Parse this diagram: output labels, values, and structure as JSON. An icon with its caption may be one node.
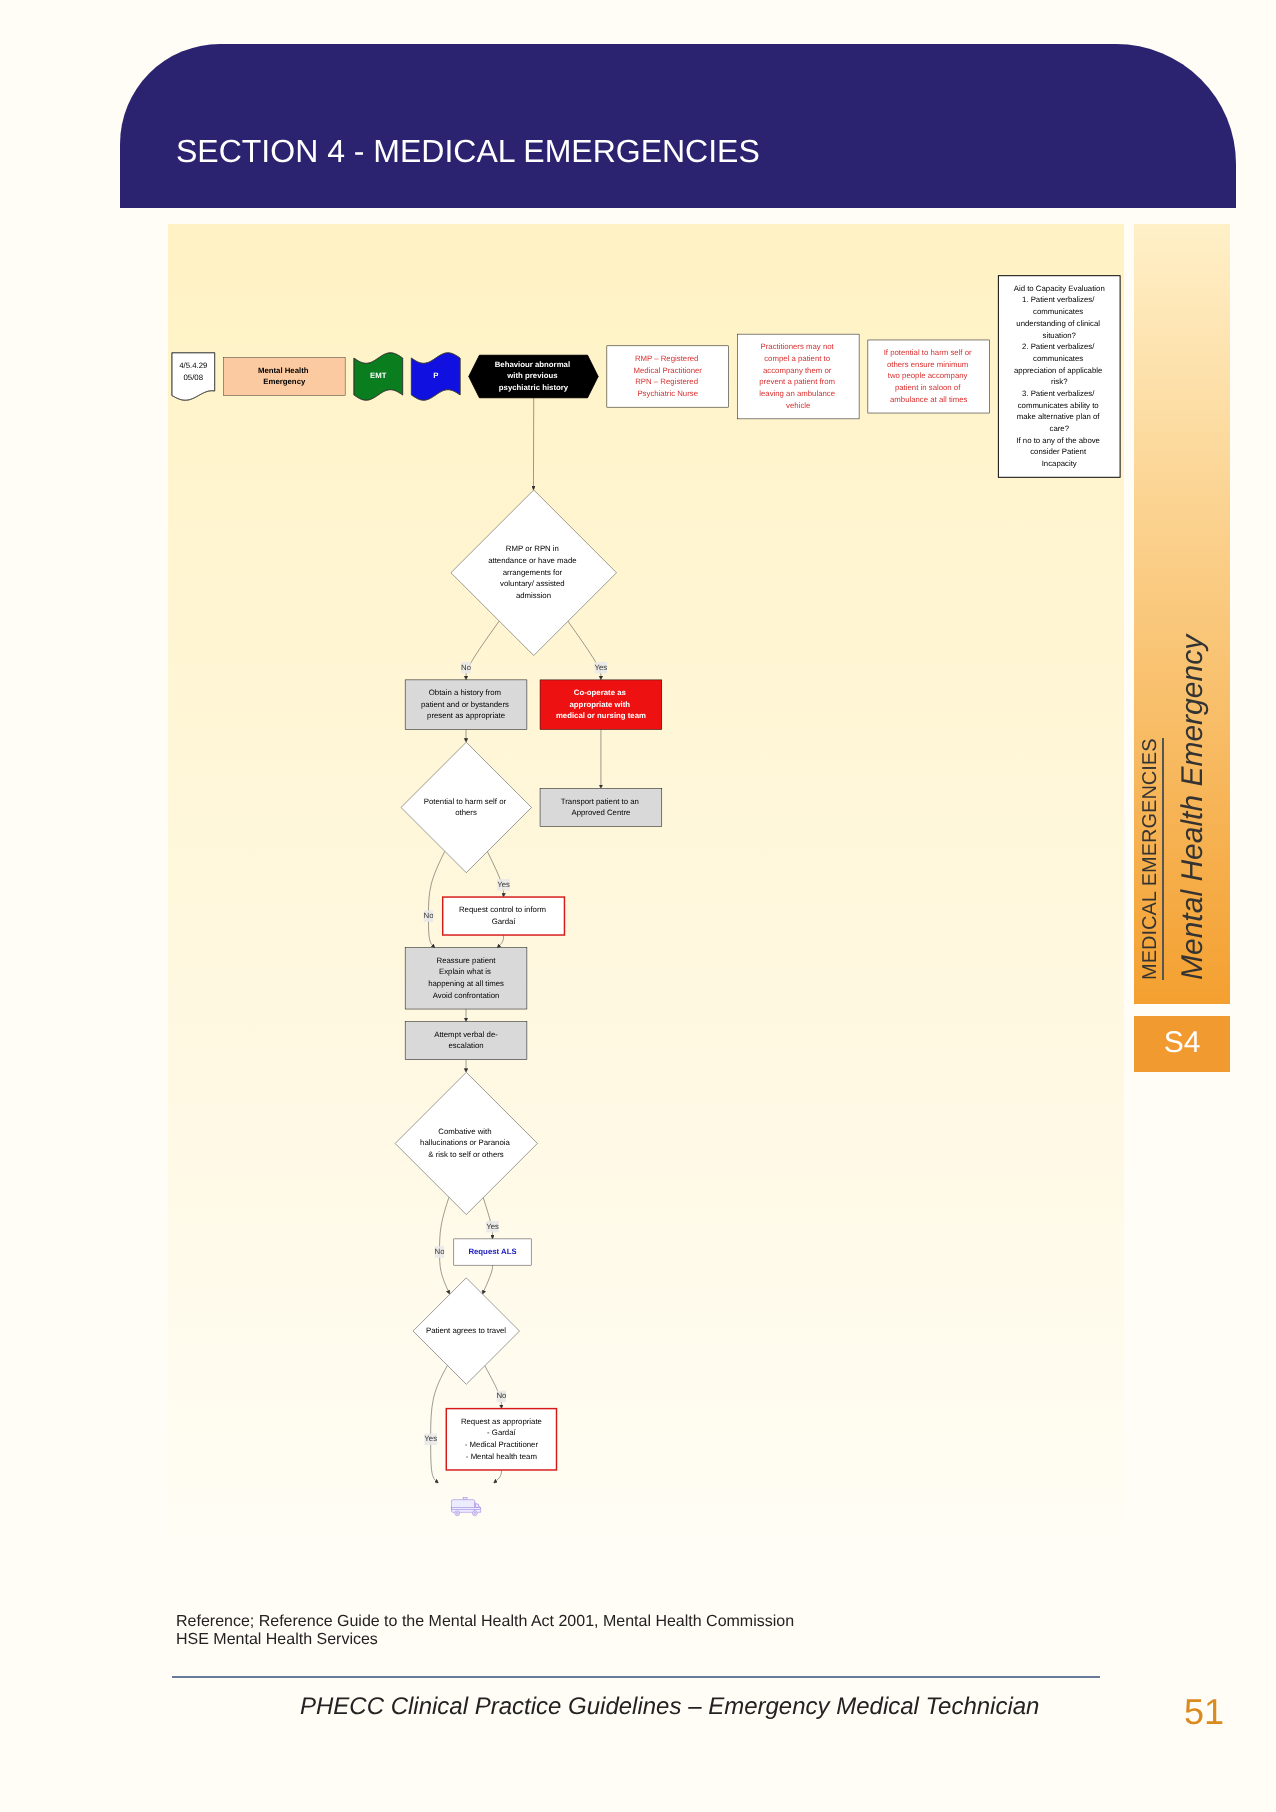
{
  "diagram": {
    "title": "SECTION 4 - MEDICAL EMERGENCIES",
    "nodes": [
      {
        "text": [
          "4/5.4.29",
          "05/08"
        ]
      },
      {
        "text": [
          "Mental Health Emergency"
        ]
      },
      {
        "text": [
          "EMT"
        ]
      },
      {
        "text": [
          "P"
        ]
      },
      {
        "text": [
          "Behaviour abnormal with previous psychiatric history"
        ]
      },
      {
        "text": [
          "RMP – Registered Medical Practitioner",
          "RPN – Registered Psychiatric Nurse"
        ]
      },
      {
        "text": [
          "Practitioners may not compel a patient to accompany them or prevent a patient from leaving an ambulance vehicle"
        ]
      },
      {
        "text": [
          "RMP or RPN in attendance or have made arrangements for voluntary/ assisted admission"
        ]
      },
      {
        "text": [
          "If potential to harm self or others ensure minimum two people accompany patient in saloon of ambulance at all times"
        ]
      },
      {
        "text": [
          "Obtain a history from patient and or bystanders present as appropriate"
        ]
      },
      {
        "text": [
          "Co-operate as appropriate with medical or nursing team"
        ]
      },
      {
        "text": [
          "Potential to harm self or others"
        ]
      },
      {
        "text": [
          "Transport patient to an Approved Centre"
        ]
      },
      {
        "text": [
          "Request control to inform Gardaí"
        ]
      },
      {
        "text": [
          "Reassure patient",
          "Explain what is happening at all times",
          "Avoid confrontation"
        ]
      },
      {
        "text": [
          "Attempt verbal de-escalation"
        ]
      },
      {
        "text": [
          "Combative with hallucinations or Paranoia & risk to self or others"
        ]
      },
      {
        "text": [
          "Request ALS"
        ]
      },
      {
        "text": [
          "Patient agrees to travel"
        ]
      },
      {
        "text": [
          "Request as appropriate",
          "- Gardaí",
          "- Medical Practitioner",
          "- Mental health team"
        ]
      },
      {
        "text": [],
        "shape": "picture"
      },
      {
        "text": [
          "Aid to Capacity Evaluation",
          "1. Patient verbalizes/ communicates understanding of clinical situation?",
          "2. Patient verbalizes/ communicates appreciation of applicable risk?",
          "3. Patient verbalizes/ communicates ability to make alternative plan of care?",
          "If no to any of the above consider Patient Incapacity"
        ]
      }
    ],
    "edges": [
      {
        "from": 4,
        "to": 7,
        "arrow": "to"
      },
      {
        "from": 7,
        "to": 10,
        "arrow": "to",
        "label": "Yes"
      },
      {
        "from": 7,
        "to": 9,
        "arrow": "to",
        "label": "No"
      },
      {
        "from": 10,
        "to": 12,
        "arrow": "to"
      },
      {
        "from": 9,
        "to": 11,
        "arrow": "to"
      },
      {
        "from": 11,
        "to": 13,
        "arrow": "to",
        "label": "Yes"
      },
      {
        "from": 11,
        "to": 14,
        "arrow": "to",
        "label": "No"
      },
      {
        "from": 13,
        "to": 14,
        "arrow": "to"
      },
      {
        "from": 14,
        "to": 15,
        "arrow": "to"
      },
      {
        "from": 15,
        "to": 16,
        "arrow": "to"
      },
      {
        "from": 16,
        "to": 17,
        "arrow": "to",
        "label": "Yes"
      },
      {
        "from": 16,
        "to": 18,
        "arrow": "to",
        "label": "No"
      },
      {
        "from": 17,
        "to": 18,
        "arrow": "to"
      },
      {
        "from": 18,
        "to": 19,
        "arrow": "to",
        "label": "No"
      },
      {
        "from": 18,
        "to": 20,
        "arrow": "to",
        "label": "Yes"
      },
      {
        "from": 19,
        "to": 20,
        "arrow": "to"
      }
    ],
    "labels": [
      "MEDICAL EMERGENCIES",
      "Mental Health Emergency",
      "S4",
      "Reference; Reference Guide to the Mental Health Act 2001, Mental Health Commission",
      "HSE Mental Health Services",
      "PHECC Clinical Practice Guidelines – Emergency Medical Technician",
      "51"
    ]
  }
}
